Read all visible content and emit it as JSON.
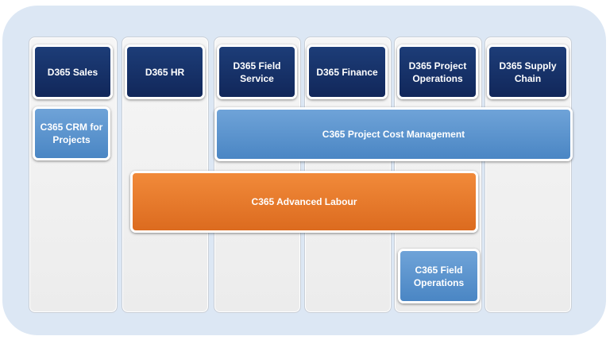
{
  "colors": {
    "frame": "#dce7f4",
    "column": "#f2f2f2",
    "d365": "#142f66",
    "c365": "#5b95cf",
    "advanced_labour": "#e8782b"
  },
  "modules": {
    "sales": "D365 Sales",
    "hr": "D365 HR",
    "field_service": "D365 Field Service",
    "finance": "D365 Finance",
    "project_operations": "D365 Project Operations",
    "supply_chain": "D365 Supply Chain"
  },
  "addons": {
    "crm_for_projects": "C365 CRM for Projects",
    "project_cost_management": "C365 Project Cost Management",
    "advanced_labour": "C365 Advanced Labour",
    "field_operations": "C365 Field Operations"
  }
}
